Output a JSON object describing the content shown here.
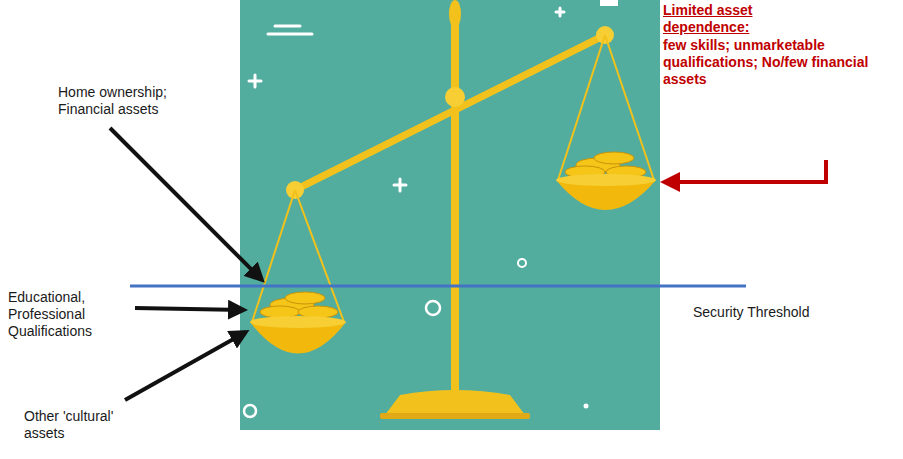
{
  "diagram": {
    "labels": [
      "Home ownership; Financial assets",
      "Educational, Professional Qualifications",
      "Other 'cultural' assets",
      "Security Threshold",
      "Limited asset dependence:",
      "few skills; unmarketable qualifications; No/few financial assets"
    ]
  }
}
